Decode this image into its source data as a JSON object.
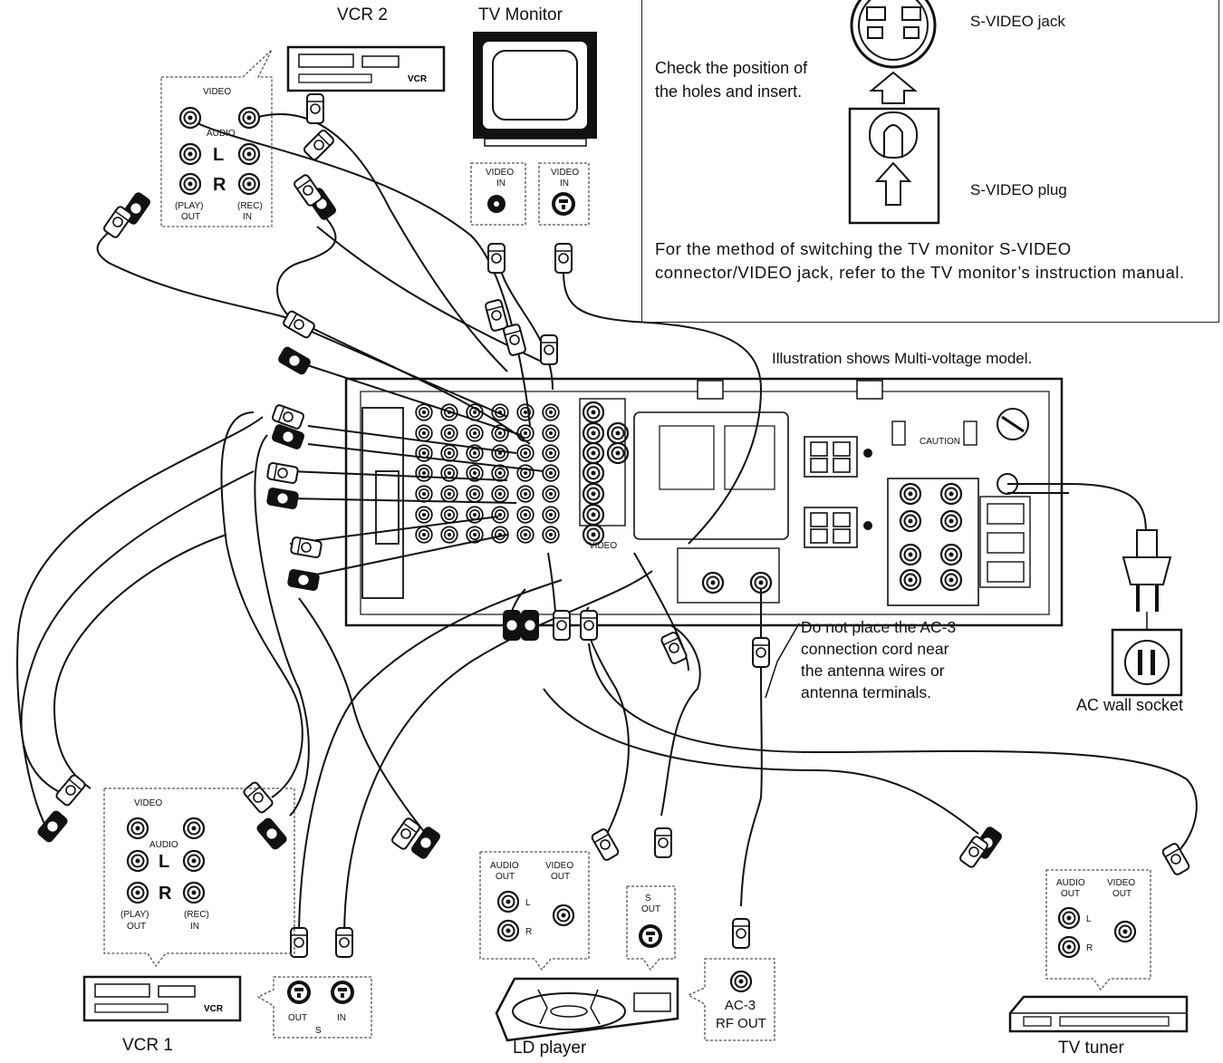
{
  "devices": {
    "vcr2": "VCR 2",
    "tv_monitor": "TV Monitor",
    "vcr1": "VCR 1",
    "ld_player": "LD player",
    "tv_tuner": "TV tuner",
    "ac_socket": "AC wall socket"
  },
  "infobox": {
    "svideo_jack": "S-VIDEO jack",
    "svideo_plug": "S-VIDEO plug",
    "check_line1": "Check the position of",
    "check_line2": "the holes and insert.",
    "switch_note": "For the method of switching the TV monitor S-VIDEO connector/VIDEO jack, refer to the TV monitor’s instruction manual."
  },
  "notes": {
    "model": "Illustration shows Multi-voltage model.",
    "ac3_line1": "Do not place the AC-3",
    "ac3_line2": "connection cord near",
    "ac3_line3": "the antenna wires or",
    "ac3_line4": "antenna terminals."
  },
  "vcr_panel": {
    "video": "VIDEO",
    "audio": "AUDIO",
    "l": "L",
    "r": "R",
    "play": "(PLAY)",
    "out": "OUT",
    "rec": "(REC)",
    "in": "IN",
    "vcr_badge": "VCR"
  },
  "ld_panel": {
    "audio_out_1": "AUDIO",
    "audio_out_2": "OUT",
    "video_out_1": "VIDEO",
    "video_out_2": "OUT",
    "l": "L",
    "r": "R",
    "s_out_1": "S",
    "s_out_2": "OUT"
  },
  "svideo_vcr1": {
    "out": "OUT",
    "in": "IN",
    "s": "S"
  },
  "ac3": {
    "line1": "AC-3",
    "line2": "RF OUT"
  },
  "tuner_panel": {
    "audio_1": "AUDIO",
    "audio_2": "OUT",
    "video_1": "VIDEO",
    "video_2": "OUT",
    "l": "L",
    "r": "R"
  },
  "tv_jacks": {
    "video": "VIDEO",
    "in": "IN"
  },
  "receiver": {
    "video_label": "VIDEO",
    "caution": "CAUTION"
  }
}
